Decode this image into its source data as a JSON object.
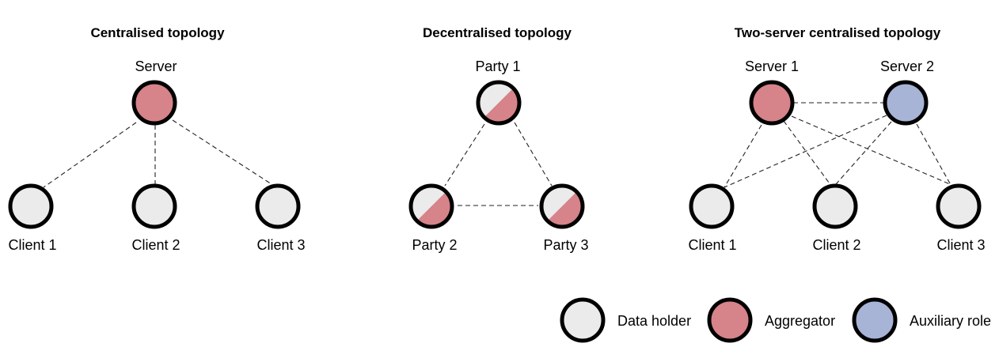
{
  "colors": {
    "data_holder": "#ebebeb",
    "aggregator": "#d6838a",
    "auxiliary": "#a8b4d6",
    "outline": "#000000"
  },
  "panels": {
    "centralised": {
      "title": "Centralised topology",
      "server": "Server",
      "clients": [
        "Client 1",
        "Client 2",
        "Client 3"
      ]
    },
    "decentralised": {
      "title": "Decentralised topology",
      "parties": [
        "Party 1",
        "Party 2",
        "Party 3"
      ]
    },
    "two_server": {
      "title": "Two-server centralised topology",
      "servers": [
        "Server 1",
        "Server 2"
      ],
      "clients": [
        "Client 1",
        "Client 2",
        "Client 3"
      ]
    }
  },
  "legend": {
    "data_holder": "Data holder",
    "aggregator": "Aggregator",
    "auxiliary": "Auxiliary role"
  }
}
